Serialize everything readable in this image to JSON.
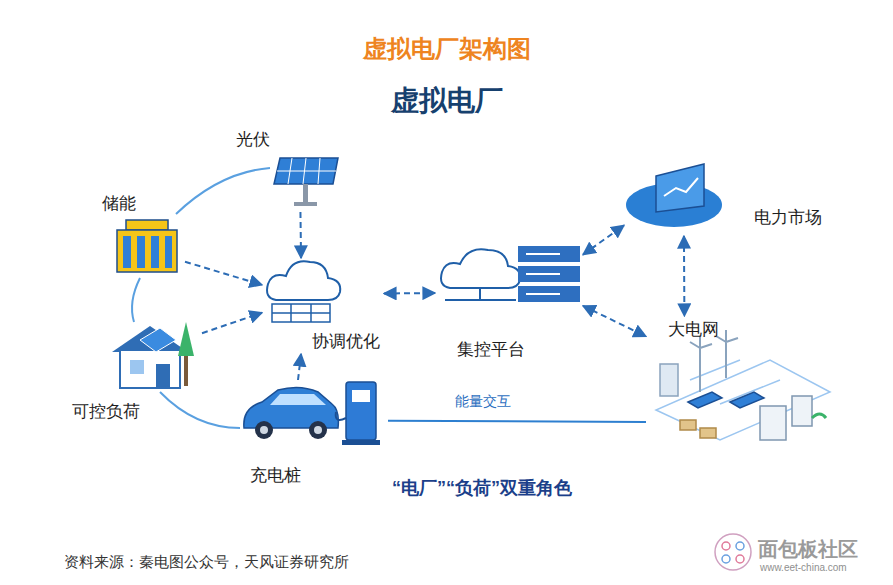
{
  "diagram": {
    "title": "虚拟电厂架构图",
    "nodes": [
      {
        "text": [
          "光伏"
        ]
      },
      {
        "text": [
          "储能"
        ]
      },
      {
        "text": [
          "可控负荷"
        ]
      },
      {
        "text": [
          "充电桩"
        ]
      },
      {
        "text": [
          "协调优化"
        ]
      },
      {
        "text": [
          "集控平台"
        ]
      },
      {
        "text": [
          "电力市场"
        ]
      },
      {
        "text": [
          "大电网"
        ]
      }
    ],
    "edges": [
      {
        "from": 0,
        "to": 4,
        "arrow": "to"
      },
      {
        "from": 1,
        "to": 4,
        "arrow": "to"
      },
      {
        "from": 2,
        "to": 4,
        "arrow": "to"
      },
      {
        "from": 3,
        "to": 4,
        "arrow": "to"
      },
      {
        "from": 4,
        "to": 5,
        "arrow": "both"
      },
      {
        "from": 5,
        "to": 6,
        "arrow": "both"
      },
      {
        "from": 5,
        "to": 7,
        "arrow": "both"
      },
      {
        "from": 6,
        "to": 7,
        "arrow": "both"
      },
      {
        "from": 3,
        "to": 7,
        "arrow": "none",
        "label": "能量交互"
      }
    ],
    "labels": [
      "虚拟电厂",
      "“电厂”“负荷”双重角色",
      "资料来源：秦电图公众号，天风证券研究所",
      "面包板社区",
      "www.eet-china.com"
    ]
  }
}
